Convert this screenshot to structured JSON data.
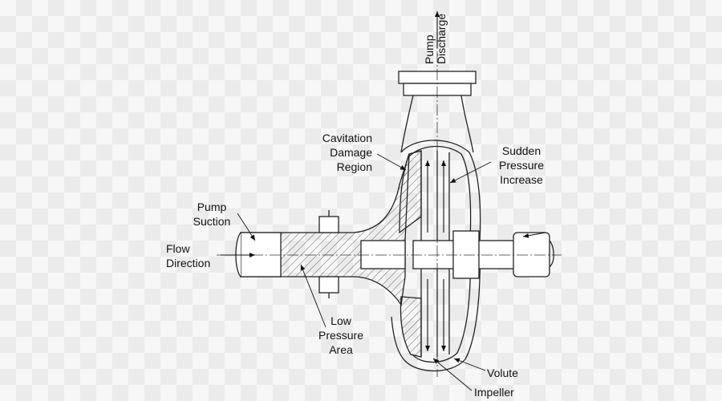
{
  "labels": {
    "cavitation": [
      "Cavitation",
      "Damage",
      "Region"
    ],
    "sudden": [
      "Sudden",
      "Pressure",
      "Increase"
    ],
    "suction": [
      "Pump",
      "Suction"
    ],
    "flow": [
      "Flow",
      "Direction"
    ],
    "low": [
      "Low",
      "Pressure",
      "Area"
    ],
    "volute": "Volute",
    "impeller": "Impeller",
    "discharge": [
      "Pump",
      "Discharge"
    ]
  },
  "colors": {
    "line": "#222222",
    "hatch": "#555555"
  }
}
